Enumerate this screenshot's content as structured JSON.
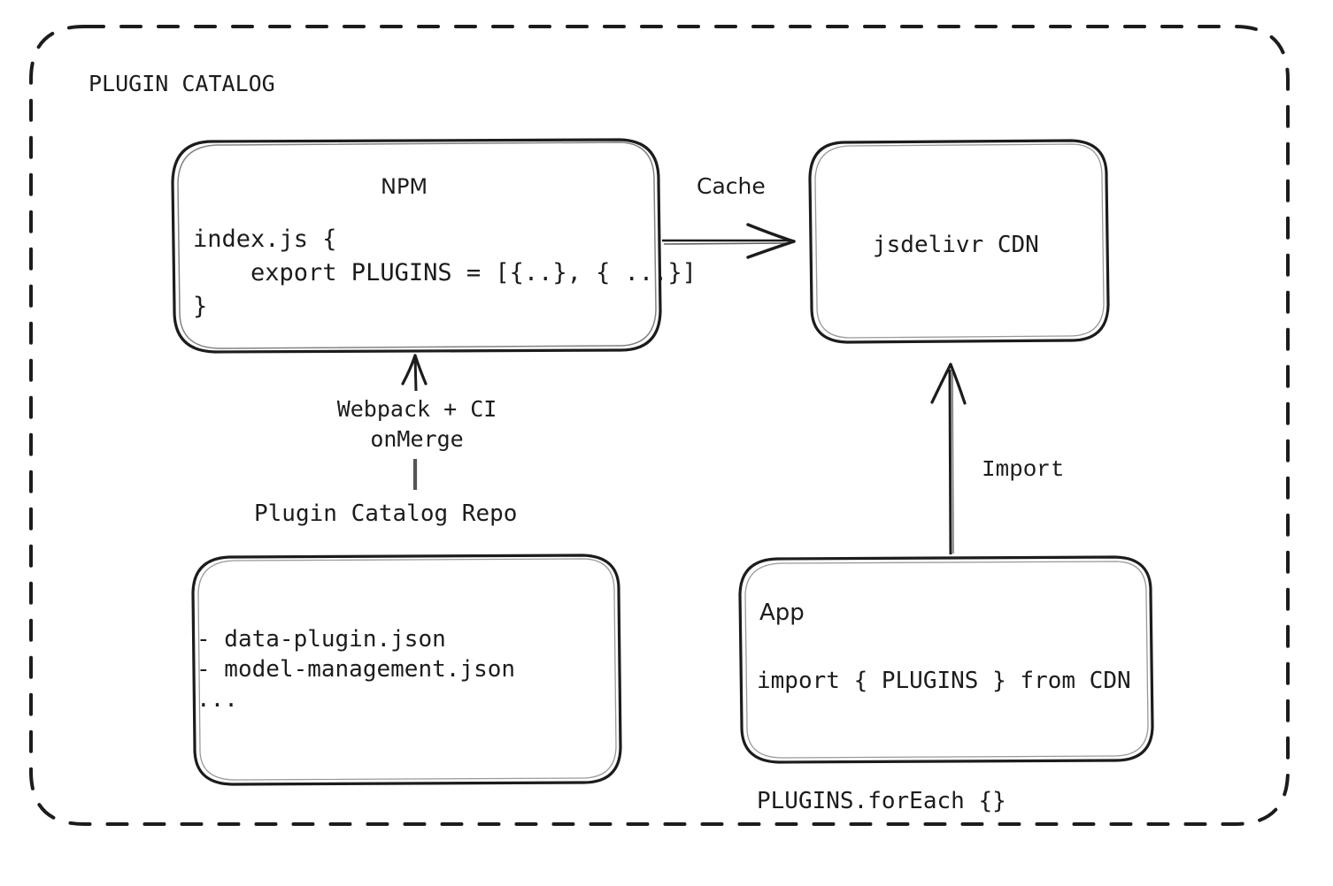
{
  "diagram": {
    "group": {
      "title": "PLUGIN CATALOG"
    },
    "nodes": {
      "npm": {
        "title": "NPM",
        "code": "index.js {\n    export PLUGINS = [{..}, { ...}]\n}"
      },
      "cdn": {
        "title": "jsdelivr CDN"
      },
      "repo": {
        "label": "Plugin Catalog Repo",
        "files": "- data-plugin.json\n- model-management.json\n..."
      },
      "app": {
        "title": "App",
        "code": "import { PLUGINS } from CDN\n\nPLUGINS.forEach {}"
      }
    },
    "edges": {
      "cache": "Cache",
      "webpack": "Webpack + CI\nonMerge",
      "import": "Import"
    },
    "colors": {
      "stroke": "#1c1c1c",
      "background": "#ffffff",
      "text": "#1c1c1c"
    }
  }
}
